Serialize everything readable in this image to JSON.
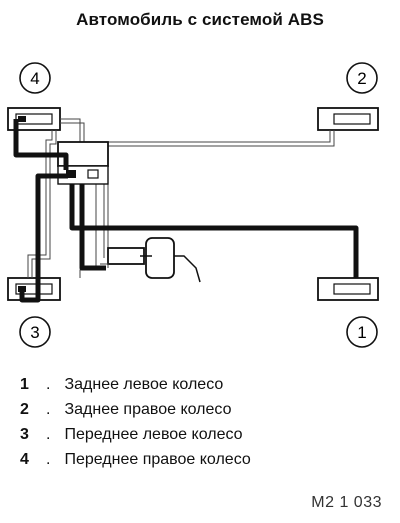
{
  "diagram": {
    "title": "Автомобиль с системой ABS",
    "callouts": [
      "4",
      "2",
      "3",
      "1"
    ],
    "legend": [
      {
        "num": "1",
        "text": "Заднее левое колесо"
      },
      {
        "num": "2",
        "text": "Заднее правое колесо"
      },
      {
        "num": "3",
        "text": "Переднее левое колесо"
      },
      {
        "num": "4",
        "text": "Переднее правое колесо"
      }
    ],
    "figure_code": "M2 1 033"
  }
}
